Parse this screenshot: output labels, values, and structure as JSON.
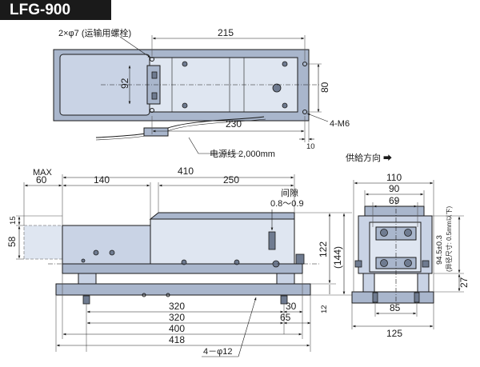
{
  "model": "LFG-900",
  "labels": {
    "holes_top": "2×φ7 (运输用螺栓)",
    "m6": "4-M6",
    "cable": "电源线  2,000mm",
    "feed_direction": "供給方向 ➡",
    "max": "MAX",
    "gap": "间隙",
    "gap_value": "0.8～0.9",
    "holes_bottom": "4－φ12",
    "tol": "94.5±0.3",
    "tol_note": "(异径尺寸: 0.5mm以下)"
  },
  "dims": {
    "top_215": "215",
    "top_92": "92",
    "top_80": "80",
    "top_230": "230",
    "top_10": "10",
    "side_410": "410",
    "side_60": "60",
    "side_140": "140",
    "side_250": "250",
    "side_15": "15",
    "side_58": "58",
    "side_122": "122",
    "side_144": "(144)",
    "side_12": "12",
    "side_320a": "320",
    "side_320b": "320",
    "side_30": "30",
    "side_65": "65",
    "side_400": "400",
    "side_418": "418",
    "end_110": "110",
    "end_90": "90",
    "end_69": "69",
    "end_27": "27",
    "end_85": "85",
    "end_125": "125"
  },
  "colors": {
    "body": "#c9d3e5",
    "dark": "#a9b6cc",
    "badge": "#1a1a1a"
  }
}
